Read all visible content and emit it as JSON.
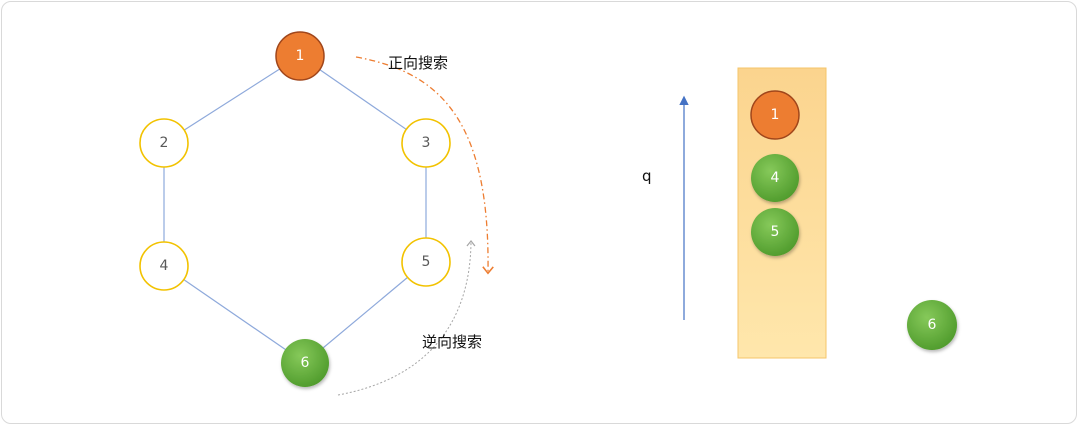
{
  "graph": {
    "nodes": [
      {
        "id": "1",
        "label": "1",
        "kind": "start"
      },
      {
        "id": "2",
        "label": "2",
        "kind": "open"
      },
      {
        "id": "3",
        "label": "3",
        "kind": "open"
      },
      {
        "id": "4",
        "label": "4",
        "kind": "open"
      },
      {
        "id": "5",
        "label": "5",
        "kind": "open"
      },
      {
        "id": "6",
        "label": "6",
        "kind": "target"
      }
    ],
    "edges": [
      [
        "1",
        "2"
      ],
      [
        "1",
        "3"
      ],
      [
        "2",
        "4"
      ],
      [
        "3",
        "5"
      ],
      [
        "4",
        "6"
      ],
      [
        "5",
        "6"
      ]
    ],
    "forward_search_label": "正向搜索",
    "backward_search_label": "逆向搜索"
  },
  "queue": {
    "label": "q",
    "items": [
      {
        "label": "1",
        "kind": "start"
      },
      {
        "label": "4",
        "kind": "target"
      },
      {
        "label": "5",
        "kind": "target"
      }
    ],
    "outside_item": {
      "label": "6",
      "kind": "target"
    }
  },
  "colors": {
    "start_fill": "#ED7D31",
    "start_stroke": "#A0461B",
    "target_fill": "#5DA836",
    "target_fill_light": "#7CC34E",
    "open_stroke": "#F2C200",
    "edge": "#8EA9DB",
    "forward_arrow": "#ED7D31",
    "backward_arrow": "#A6A6A6",
    "queue_arrow": "#4472C4",
    "queue_fill_top": "#FBD592",
    "queue_fill_bottom": "#FFE6A8",
    "queue_stroke": "#F5C56A"
  }
}
